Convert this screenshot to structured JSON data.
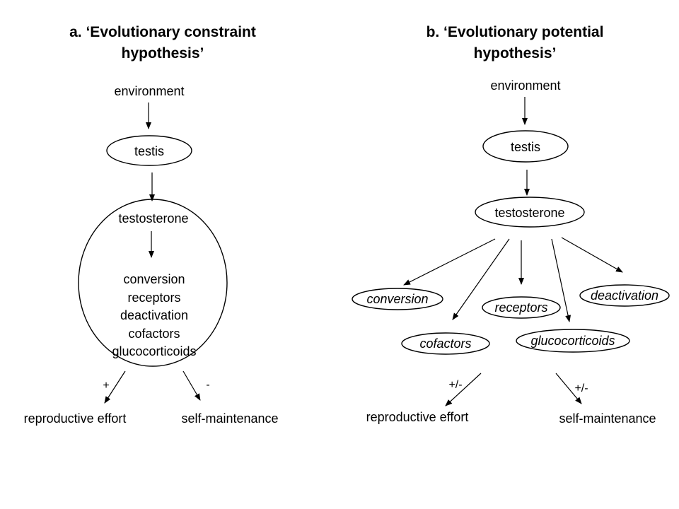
{
  "panel_a": {
    "title_line1": "a. ‘Evolutionary constraint",
    "title_line2": "hypothesis’",
    "environment": "environment",
    "testis": "testis",
    "testosterone": "testosterone",
    "mechanisms": [
      "conversion",
      "receptors",
      "deactivation",
      "cofactors",
      "glucocorticoids"
    ],
    "plus": "+",
    "minus": "-",
    "reproductive_effort": "reproductive effort",
    "self_maintenance": "self-maintenance"
  },
  "panel_b": {
    "title_line1": "b. ‘Evolutionary potential",
    "title_line2": "hypothesis’",
    "environment": "environment",
    "testis": "testis",
    "testosterone": "testosterone",
    "conversion": "conversion",
    "cofactors": "cofactors",
    "receptors": "receptors",
    "glucocorticoids": "glucocorticoids",
    "deactivation": "deactivation",
    "plus_minus_left": "+/-",
    "plus_minus_right": "+/-",
    "reproductive_effort": "reproductive effort",
    "self_maintenance": "self-maintenance"
  }
}
